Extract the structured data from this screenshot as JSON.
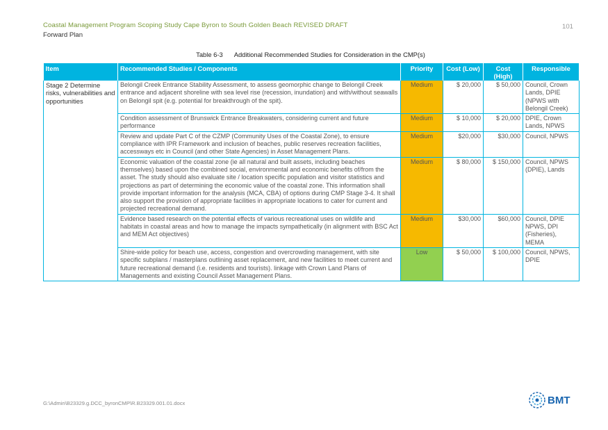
{
  "header": {
    "title": "Coastal Management Program Scoping Study Cape Byron to South Golden Beach REVISED DRAFT",
    "subtitle": "Forward Plan",
    "page_number": "101"
  },
  "caption": {
    "label": "Table 6-3",
    "text": "Additional Recommended Studies for Consideration in the CMP(s)"
  },
  "table": {
    "headers": {
      "item": "Item",
      "studies": "Recommended Studies / Components",
      "priority": "Priority",
      "cost_low": "Cost (Low)",
      "cost_high": "Cost (High)",
      "responsible": "Responsible"
    },
    "item_label": "Stage 2 Determine risks, vulnerabilities and opportunities",
    "rows": [
      {
        "study": "Belongil Creek Entrance Stability Assessment, to assess geomorphic change to Belongil Creek entrance and adjacent shoreline with sea level rise (recession, inundation) and with/without seawalls on Belongil spit (e.g. potential for breakthrough of the spit).",
        "priority": "Medium",
        "cost_low": "$ 20,000",
        "cost_high": "$ 50,000",
        "responsible": "Council, Crown Lands, DPIE (NPWS with Belongil Creek)"
      },
      {
        "study": "Condition assessment of Brunswick Entrance Breakwaters, considering current and future performance",
        "priority": "Medium",
        "cost_low": "$ 10,000",
        "cost_high": "$ 20,000",
        "responsible": "DPIE, Crown Lands, NPWS"
      },
      {
        "study": "Review and update Part C of the CZMP (Community Uses of the Coastal Zone), to ensure compliance with IPR Framework and inclusion of beaches, public reserves recreation facilities, accessways etc in Council (and other State Agencies) in Asset Management Plans.",
        "priority": "Medium",
        "cost_low": "$20,000",
        "cost_high": "$30,000",
        "responsible": "Council, NPWS"
      },
      {
        "study": "Economic valuation of the coastal zone (ie all natural and built assets, including beaches themselves) based upon the combined social, environmental and economic benefits of/from the asset. The study should also evaluate site / location specific population and visitor statistics and projections as part of determining the economic value of the coastal zone. This information shall provide important information for the analysis (MCA, CBA) of options during CMP Stage 3-4. It shall also support the provision of appropriate facilities in appropriate locations to cater for current and projected recreational demand.",
        "priority": "Medium",
        "cost_low": "$ 80,000",
        "cost_high": "$ 150,000",
        "responsible": "Council, NPWS (DPIE), Lands"
      },
      {
        "study": "Evidence based research on the potential effects of various recreational uses on wildlife and habitats in coastal areas and how to manage the impacts sympathetically (in alignment with BSC Act and MEM Act objectives)",
        "priority": "Medium",
        "cost_low": "$30,000",
        "cost_high": "$60,000",
        "responsible": "Council, DPIE NPWS, DPI (Fisheries), MEMA"
      },
      {
        "study": "Shire-wide policy for beach use, access, congestion and overcrowding management, with site specific subplans / masterplans outlining asset replacement, and new facilities to meet current and future recreational demand (i.e. residents and tourists). linkage with Crown Land Plans of Managements and existing Council Asset Management Plans.",
        "priority": "Low",
        "cost_low": "$ 50,000",
        "cost_high": "$ 100,000",
        "responsible": "Council, NPWS, DPIE"
      }
    ]
  },
  "footer": {
    "path": "G:\\Admin\\B23329.g.DCC_byronCMP\\R.B23329.001.01.docx",
    "logo_text": "BMT"
  },
  "colors": {
    "header_bg": "#00b4e0",
    "medium": "#f6b900",
    "low": "#92d050",
    "title_green": "#7a9a3a",
    "logo_blue": "#1a66b0"
  }
}
